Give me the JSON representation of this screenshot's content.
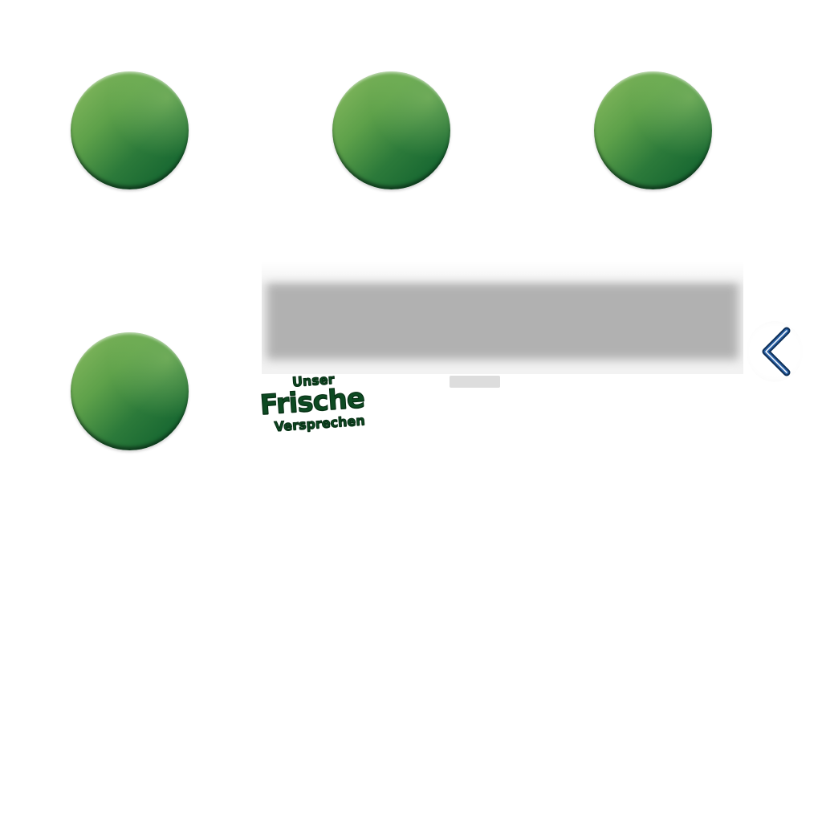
{
  "badges": [
    {
      "label": ""
    },
    {
      "label": ""
    },
    {
      "label": ""
    },
    {
      "label": ""
    }
  ],
  "logo": {
    "line1": "Unser",
    "line2": "Frische",
    "line3": "Versprechen",
    "color": "#0d4a22"
  },
  "navigation": {
    "prev_icon": "chevron-left-icon",
    "accent_color": "#1a4f8f"
  },
  "colors": {
    "badge_dark": "#0b5c2c",
    "badge_light": "#8cbd62",
    "banner_placeholder": "#b1b1b1",
    "indicator": "#dddddd"
  }
}
